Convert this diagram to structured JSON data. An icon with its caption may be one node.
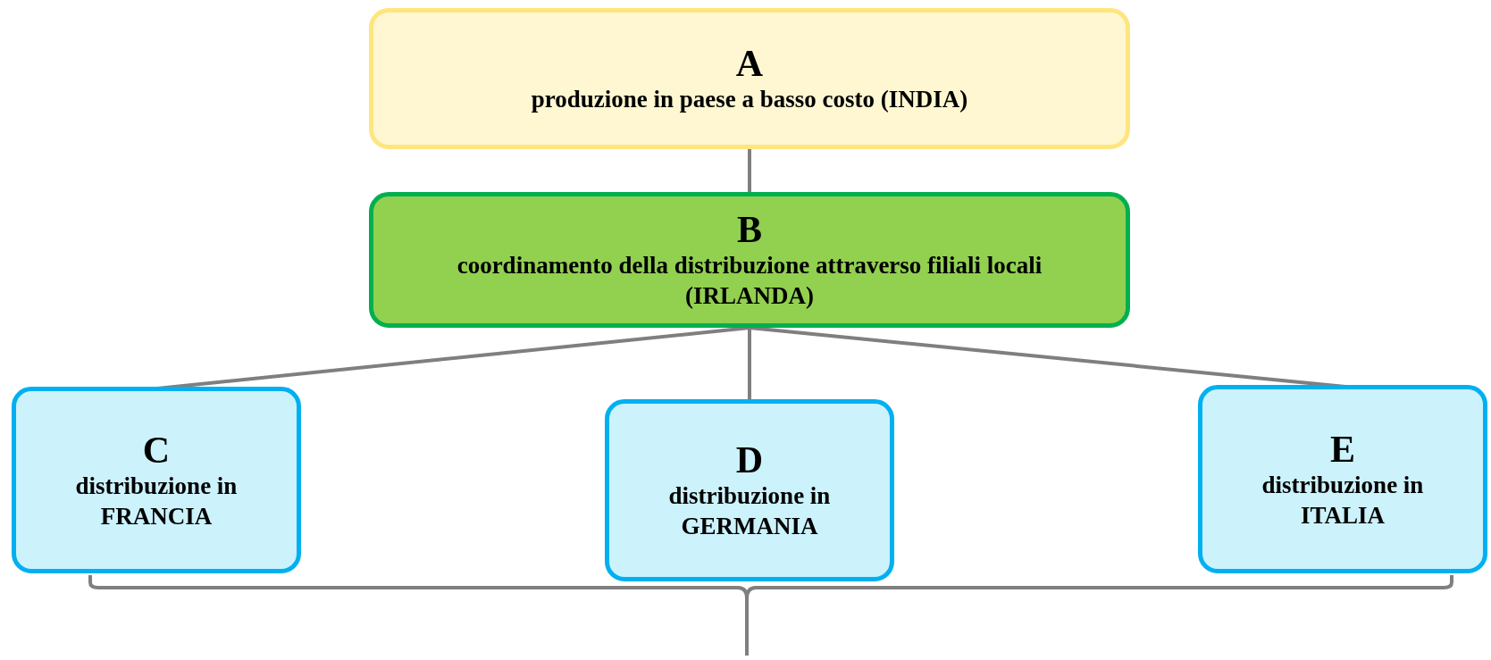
{
  "diagram": {
    "nodes": [
      {
        "text": [
          "A",
          "produzione in paese a basso costo (INDIA)"
        ]
      },
      {
        "text": [
          "B",
          "coordinamento della distribuzione attraverso filiali locali (IRLANDA)"
        ]
      },
      {
        "text": [
          "C",
          "distribuzione in FRANCIA"
        ]
      },
      {
        "text": [
          "D",
          "distribuzione in GERMANIA"
        ]
      },
      {
        "text": [
          "E",
          "distribuzione in ITALIA"
        ]
      }
    ],
    "edges": [
      {
        "from": 0,
        "to": 1,
        "arrow": "none"
      },
      {
        "from": 1,
        "to": 2,
        "arrow": "none"
      },
      {
        "from": 1,
        "to": 3,
        "arrow": "none"
      },
      {
        "from": 1,
        "to": 4,
        "arrow": "none"
      }
    ]
  }
}
